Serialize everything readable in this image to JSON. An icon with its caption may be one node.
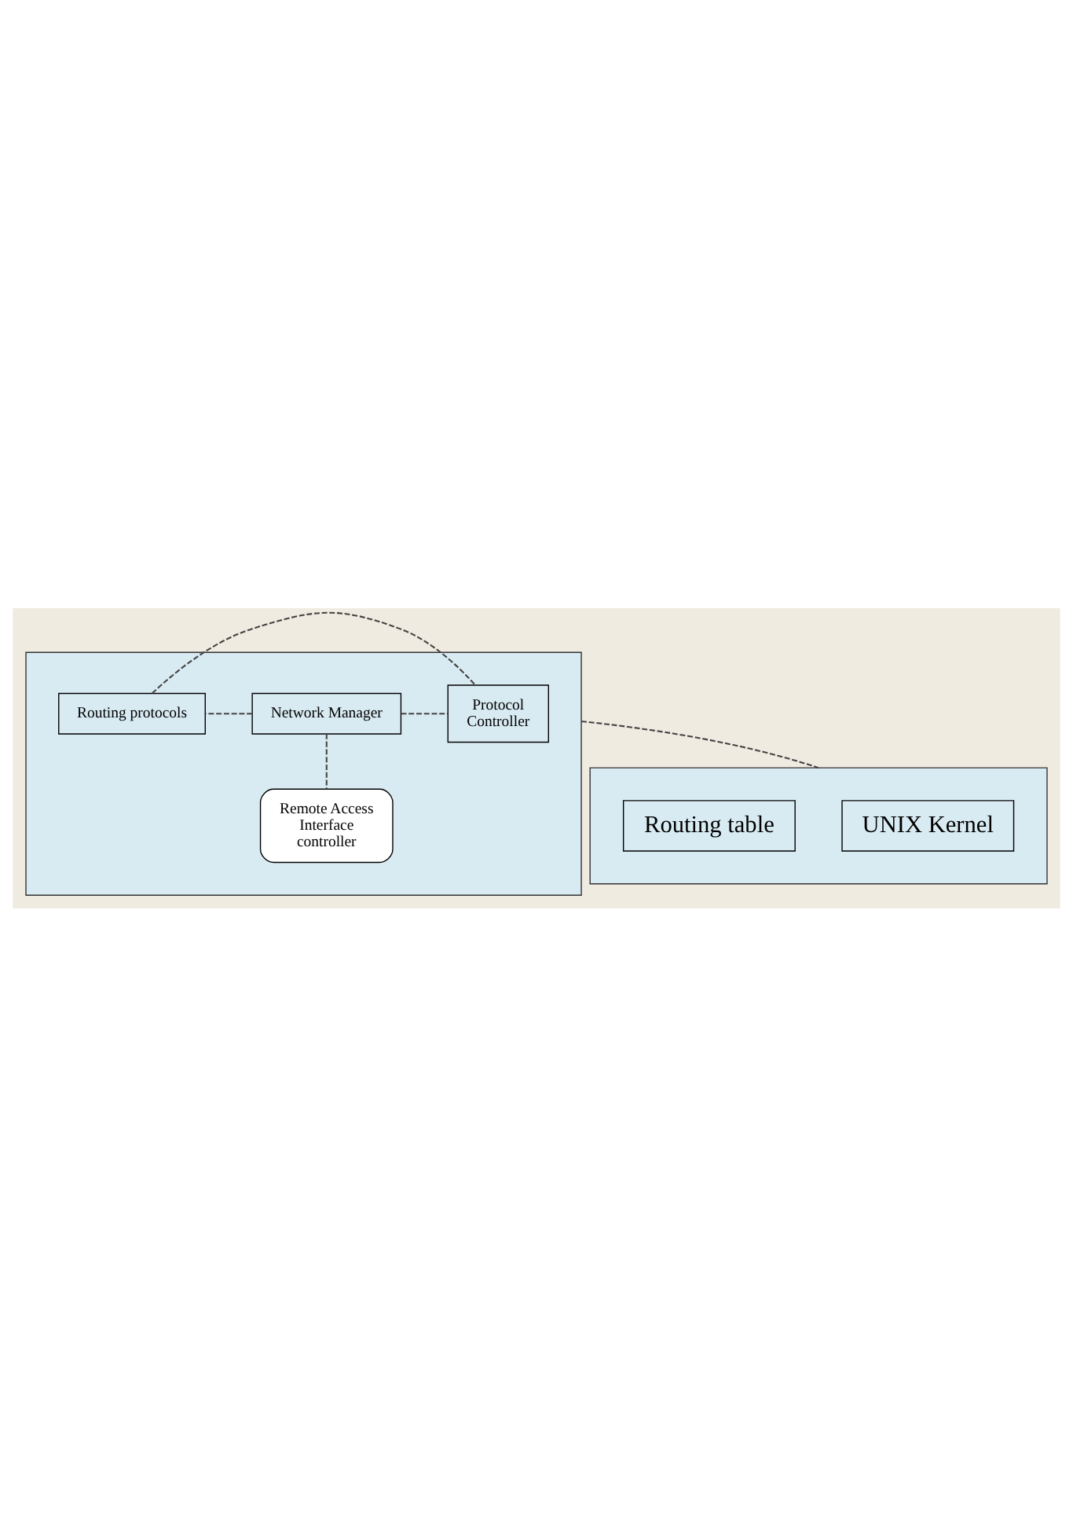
{
  "diagram": {
    "nodes": [
      {
        "text": [],
        "shape": "box"
      },
      {
        "text": [
          "Network Manager"
        ],
        "in": 0
      },
      {
        "text": [
          "Remote Access Interface controller"
        ],
        "in": 0
      },
      {
        "text": [
          "Routing protocols"
        ],
        "in": 0
      },
      {
        "text": [
          "Protocol Controller"
        ],
        "in": 0
      },
      {
        "text": [],
        "shape": "box"
      },
      {
        "text": [
          "UNIX Kernel"
        ],
        "in": 5
      },
      {
        "text": [
          "Routing table"
        ],
        "in": 5
      }
    ],
    "edges": [
      {
        "from": 1,
        "to": 3,
        "arrow": "none",
        "style": "dashed"
      },
      {
        "from": 1,
        "to": 2,
        "arrow": "none",
        "style": "dashed"
      },
      {
        "from": 1,
        "to": 4,
        "arrow": "none",
        "style": "dashed"
      },
      {
        "from": 3,
        "to": 4,
        "arrow": "none",
        "style": "dashed"
      },
      {
        "from": 0,
        "to": 5,
        "arrow": "none",
        "style": "dashed"
      }
    ]
  }
}
